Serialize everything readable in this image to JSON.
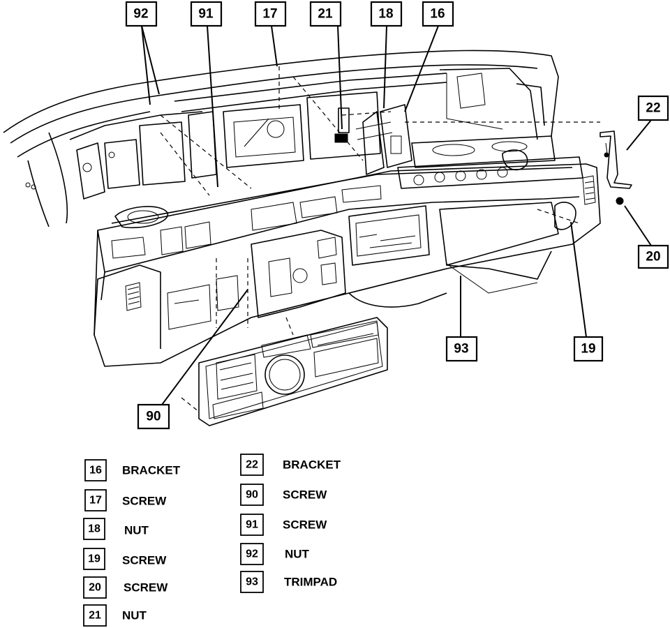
{
  "callouts": {
    "c92": "92",
    "c91": "91",
    "c17": "17",
    "c21": "21",
    "c18": "18",
    "c16": "16",
    "c22": "22",
    "c20": "20",
    "c93": "93",
    "c19": "19",
    "c90": "90"
  },
  "legend": [
    {
      "num": "16",
      "label": "BRACKET"
    },
    {
      "num": "17",
      "label": "SCREW"
    },
    {
      "num": "18",
      "label": "NUT"
    },
    {
      "num": "19",
      "label": "SCREW"
    },
    {
      "num": "20",
      "label": "SCREW"
    },
    {
      "num": "21",
      "label": "NUT"
    },
    {
      "num": "22",
      "label": "BRACKET"
    },
    {
      "num": "90",
      "label": "SCREW"
    },
    {
      "num": "91",
      "label": "SCREW"
    },
    {
      "num": "92",
      "label": "NUT"
    },
    {
      "num": "93",
      "label": "TRIMPAD"
    }
  ]
}
